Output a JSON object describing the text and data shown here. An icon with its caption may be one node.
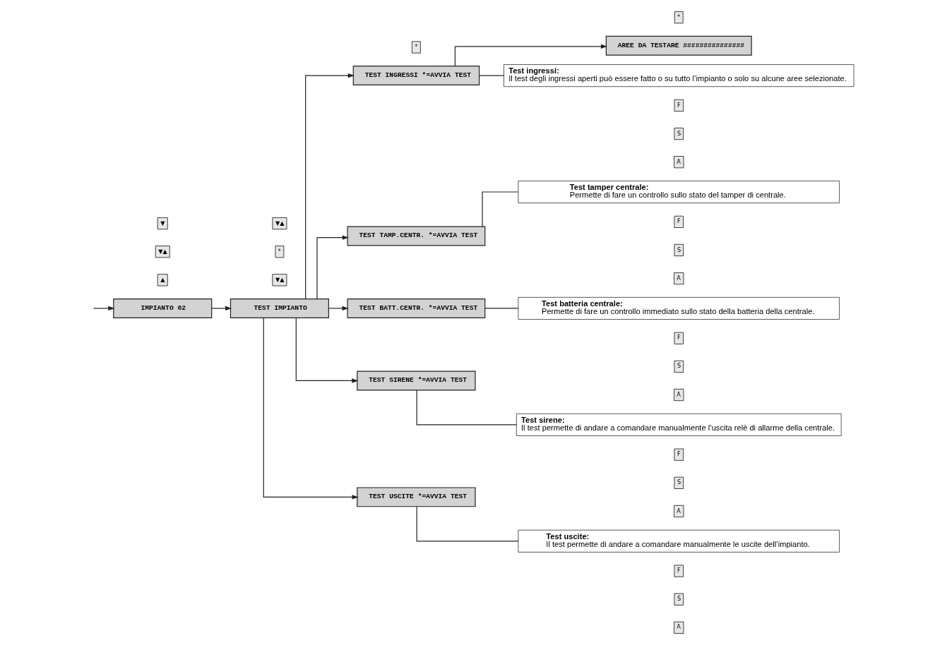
{
  "diagram": {
    "nodes": [
      {
        "text": [
          "IMPIANTO 02"
        ]
      },
      {
        "text": [
          "TEST IMPIANTO"
        ]
      },
      {
        "text": [
          "TEST INGRESSI *=AVVIA TEST"
        ]
      },
      {
        "text": [
          "AREE DA TESTARE ###############"
        ]
      },
      {
        "text": [
          "TEST TAMP.CENTR. *=AVVIA TEST"
        ]
      },
      {
        "text": [
          "TEST BATT.CENTR. *=AVVIA TEST"
        ]
      },
      {
        "text": [
          "TEST SIRENE *=AVVIA TEST"
        ]
      },
      {
        "text": [
          "TEST USCITE *=AVVIA TEST"
        ]
      },
      {
        "text": [
          "Test ingressi:",
          "Il test degli ingressi aperti può essere fatto o su tutto l’impianto o solo su alcune aree selezionate."
        ]
      },
      {
        "text": [
          "Test tamper centrale:",
          "Permette di fare un controllo sullo stato del tamper di centrale."
        ]
      },
      {
        "text": [
          "Test batteria centrale:",
          "Permette di fare un controllo immediato sullo stato della batteria della centrale."
        ]
      },
      {
        "text": [
          "Test sirene:",
          "Il test permette di andare a comandare manualmente l’uscita relè di allarme della centrale."
        ]
      },
      {
        "text": [
          "Test uscite:",
          "Il test permette di andare a comandare manualmente le uscite dell’impianto."
        ]
      }
    ],
    "edges": [
      {
        "from": null,
        "to": 0,
        "arrow": "to"
      },
      {
        "from": 0,
        "to": 1,
        "arrow": "to"
      },
      {
        "from": 1,
        "to": 2,
        "arrow": "to"
      },
      {
        "from": 2,
        "to": 3,
        "arrow": "to"
      },
      {
        "from": 1,
        "to": 4,
        "arrow": "to"
      },
      {
        "from": 1,
        "to": 5,
        "arrow": "to"
      },
      {
        "from": 1,
        "to": 6,
        "arrow": "to"
      },
      {
        "from": 1,
        "to": 7,
        "arrow": "to"
      },
      {
        "from": 2,
        "to": 8,
        "arrow": "none"
      },
      {
        "from": 4,
        "to": 9,
        "arrow": "none"
      },
      {
        "from": 5,
        "to": 10,
        "arrow": "none"
      },
      {
        "from": 6,
        "to": 11,
        "arrow": "none"
      },
      {
        "from": 7,
        "to": 12,
        "arrow": "none"
      }
    ],
    "labels": [
      "▲",
      "▼▲",
      "▼",
      "▼▲",
      "*",
      "F",
      "S",
      "A",
      "*",
      "*",
      "F",
      "S",
      "A",
      "F",
      "S",
      "A",
      "▼▲",
      "F",
      "S",
      "A",
      "F",
      "S",
      "A"
    ]
  }
}
